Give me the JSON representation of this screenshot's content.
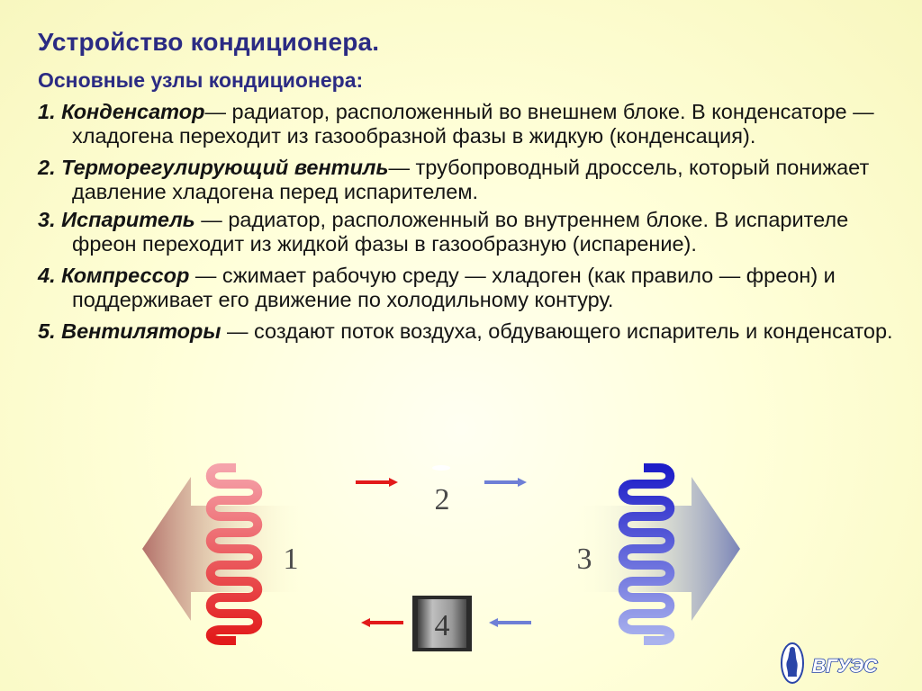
{
  "slide": {
    "title": "Устройство кондиционера.",
    "subtitle": "Основные узлы кондиционера:"
  },
  "items": [
    {
      "num": "1.",
      "term": "Конденсатор",
      "sep": "—",
      "desc": " радиатор, расположенный во внешнем блоке. В конденсаторе —хладогена переходит из газообразной фазы в жидкую (конденсация)."
    },
    {
      "num": "2.",
      "term": "Терморегулирующий вентиль",
      "sep": "—",
      "desc": " трубопроводный дроссель, который понижает давление хладогена перед испарителем."
    },
    {
      "num": "3.",
      "term": "Испаритель",
      "sep": " —",
      "desc": " радиатор, расположенный во внутреннем блоке. В испарителе фреон переходит из жидкой фазы в газообразную (испарение)."
    },
    {
      "num": "4.",
      "term": "Компрессор",
      "sep": " —",
      "desc": " сжимает рабочую среду — хладоген (как правило — фреон) и поддерживает его движение по холодильному контуру."
    },
    {
      "num": "5.",
      "term": "Вентиляторы",
      "sep": " —",
      "desc": " создают поток воздуха, обдувающего испаритель и конденсатор."
    }
  ],
  "diagram": {
    "labels": {
      "condenser": "1",
      "valve": "2",
      "evaporator": "3",
      "compressor": "4"
    },
    "colors": {
      "hot": "#e21a1a",
      "hot_light": "#f5a3ab",
      "cold": "#1d1dc8",
      "cold_light": "#aab3ee",
      "warm_air": "#b3716a",
      "cool_air": "#7a84b8",
      "compressor": "#7b7b7b"
    }
  },
  "logo": {
    "text": "ВГУЭС"
  },
  "colors": {
    "heading": "#2b2b83",
    "text": "#141414"
  }
}
